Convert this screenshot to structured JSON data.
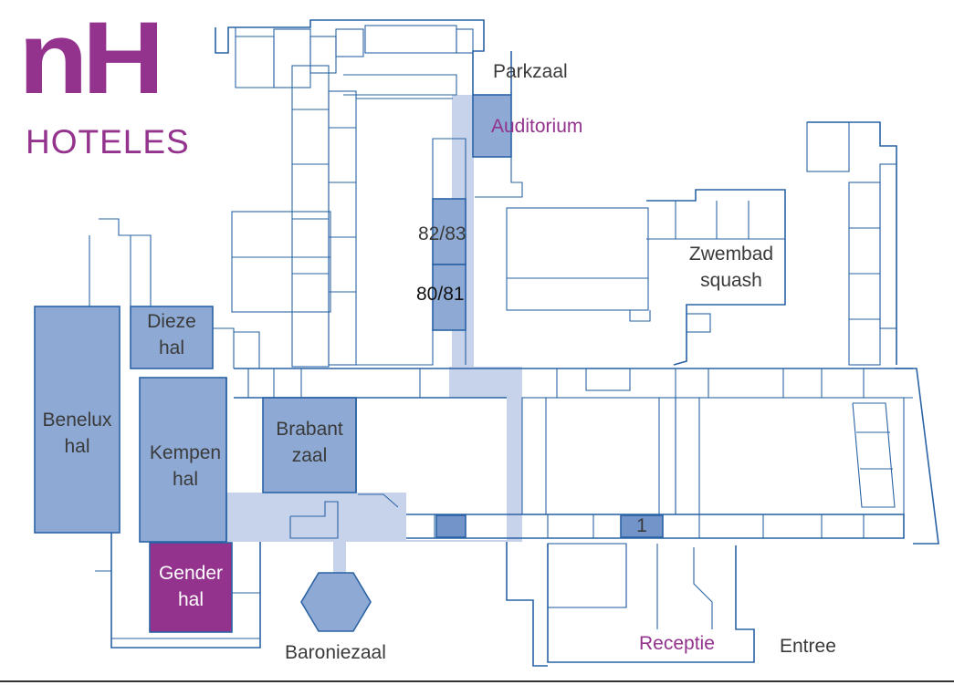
{
  "logo": {
    "mark": "nH",
    "subtitle": "HOTELES",
    "brand_color": "#93338e"
  },
  "colors": {
    "wall": "#2a63a6",
    "room_fill": "#8eaad4",
    "corridor": "#c7d3ea",
    "highlight": "#93338e"
  },
  "labels": {
    "parkzaal": "Parkzaal",
    "auditorium": "Auditorium",
    "room_82_83": "82/83",
    "room_80_81": "80/81",
    "zwembad": "Zwembad\nsquash",
    "dieze": "Dieze\nhal",
    "benelux": "Benelux\nhal",
    "kempen": "Kempen\nhal",
    "brabant": "Brabant\nzaal",
    "gender": "Gender\nhal",
    "room_1": "1",
    "baroniezaal": "Baroniezaal",
    "receptie": "Receptie",
    "entree": "Entree"
  }
}
